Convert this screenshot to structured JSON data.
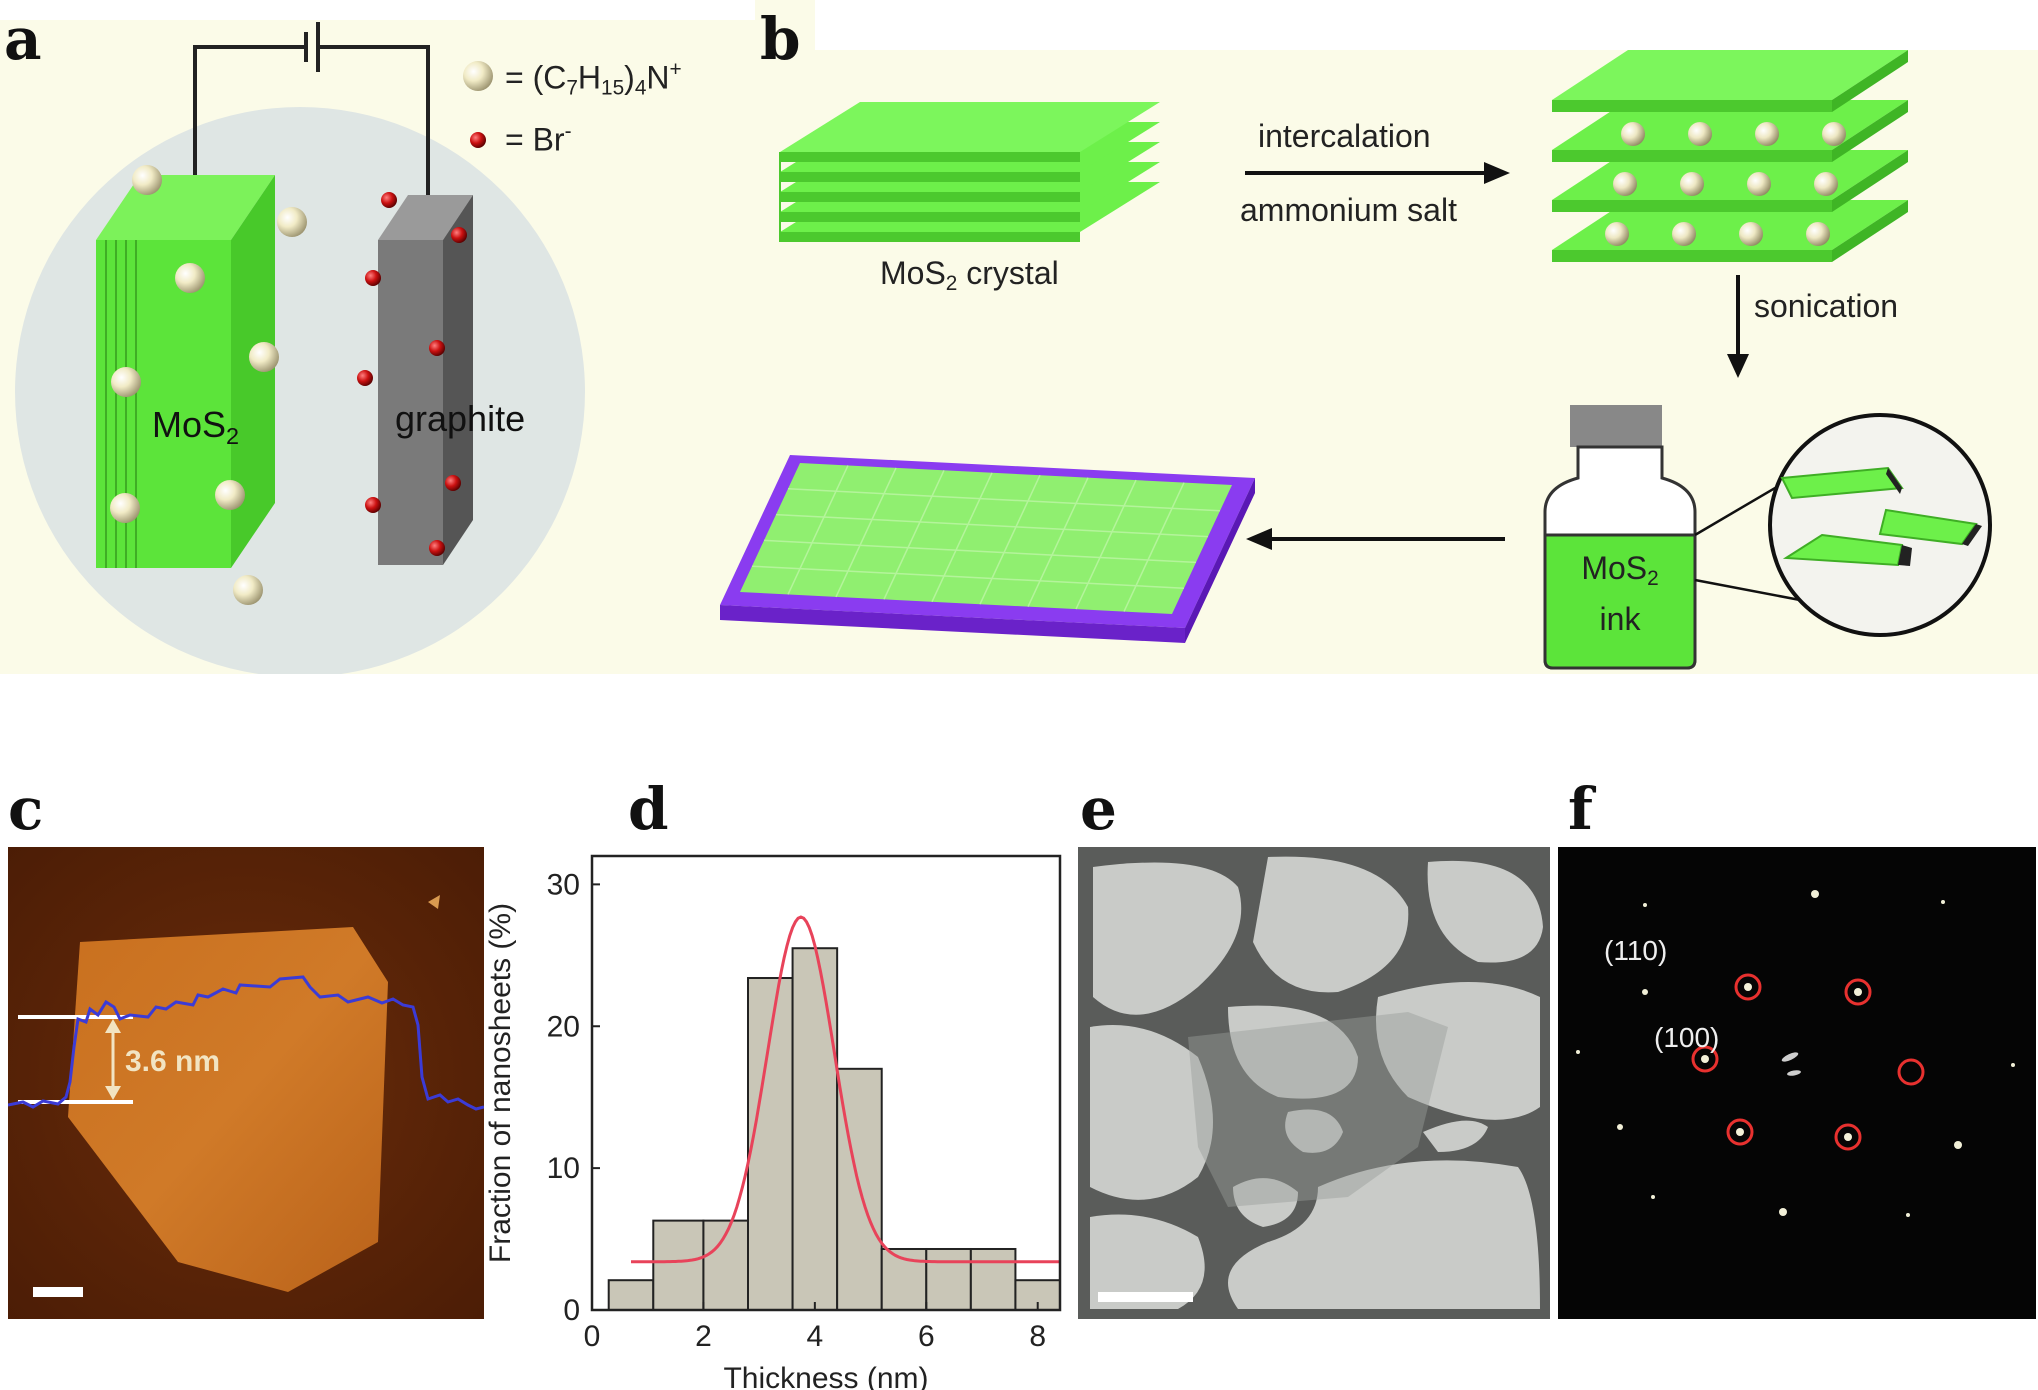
{
  "panels": {
    "a": {
      "letter": "a",
      "legend": {
        "ammonium_prefix": "= (C",
        "ammonium_7": "7",
        "ammonium_H": "H",
        "ammonium_15": "15",
        "ammonium_close": ")",
        "ammonium_4": "4",
        "ammonium_N": "N",
        "ammonium_plus": "+",
        "bromide": "= Br",
        "bromide_minus": "-"
      },
      "mos2": "MoS",
      "mos2_sub": "2",
      "graphite": "graphite"
    },
    "b": {
      "letter": "b",
      "crystal": "MoS",
      "crystal_sub": "2",
      "crystal_tail": " crystal",
      "intercalation": "intercalation",
      "ammonium_salt": "ammonium salt",
      "sonication": "sonication",
      "ink_line1": "MoS",
      "ink_sub": "2",
      "ink_line2": "ink"
    },
    "c": {
      "letter": "c",
      "height_label": "3.6 nm"
    },
    "d": {
      "letter": "d"
    },
    "e": {
      "letter": "e"
    },
    "f": {
      "letter": "f",
      "spot_110": "(110)",
      "spot_100": "(100)"
    }
  },
  "colors": {
    "beige_bg": "#fbfbe8",
    "mos2_green": "#66ee44",
    "graphite_gray": "#777777",
    "substrate_purple": "#8a3cf0",
    "gauss_red": "#e8435a",
    "afm_line": "#3b3bd6",
    "hist_fill": "#c9c6b7"
  },
  "chart_data": {
    "type": "bar",
    "title": "",
    "xlabel": "Thickness (nm)",
    "ylabel": "Fraction of nanosheets (%)",
    "xlim": [
      0,
      8.4
    ],
    "ylim": [
      0,
      32
    ],
    "xticks": [
      "0",
      "2",
      "4",
      "6",
      "8"
    ],
    "yticks": [
      "0",
      "10",
      "20",
      "30"
    ],
    "bins": [
      {
        "x0": 0.3,
        "x1": 1.1,
        "value": 2.1
      },
      {
        "x0": 1.1,
        "x1": 2.0,
        "value": 6.3
      },
      {
        "x0": 2.0,
        "x1": 2.8,
        "value": 6.3
      },
      {
        "x0": 2.8,
        "x1": 3.6,
        "value": 23.4
      },
      {
        "x0": 3.6,
        "x1": 4.4,
        "value": 25.5
      },
      {
        "x0": 4.4,
        "x1": 5.2,
        "value": 17.0
      },
      {
        "x0": 5.2,
        "x1": 6.0,
        "value": 4.3
      },
      {
        "x0": 6.0,
        "x1": 6.8,
        "value": 4.3
      },
      {
        "x0": 6.8,
        "x1": 7.6,
        "value": 4.3
      },
      {
        "x0": 7.6,
        "x1": 8.4,
        "value": 2.1
      }
    ],
    "gaussian_fit": {
      "offset": 3.4,
      "amplitude": 24.3,
      "center": 3.75,
      "sigma": 0.6,
      "x_range": [
        0.7,
        8.4
      ]
    },
    "grid": false
  }
}
